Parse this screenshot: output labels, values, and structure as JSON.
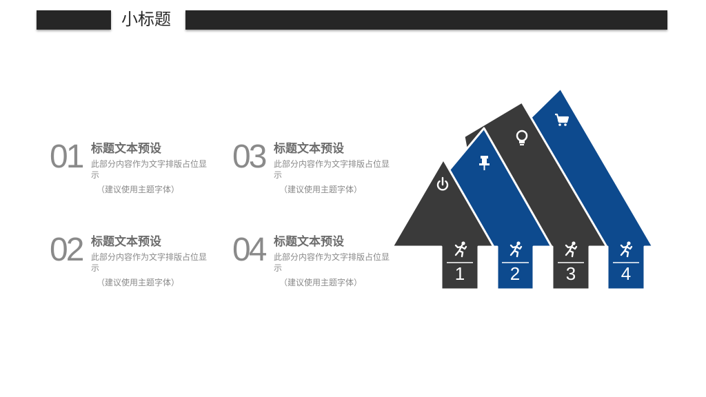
{
  "header": {
    "title": "小标题"
  },
  "items": [
    {
      "number": "01",
      "heading": "标题文本预设",
      "description": "此部分内容作为文字排版占位显示",
      "note": "（建议使用主题字体）"
    },
    {
      "number": "02",
      "heading": "标题文本预设",
      "description": "此部分内容作为文字排版占位显示",
      "note": "（建议使用主题字体）"
    },
    {
      "number": "03",
      "heading": "标题文本预设",
      "description": "此部分内容作为文字排版占位显示",
      "note": "（建议使用主题字体）"
    },
    {
      "number": "04",
      "heading": "标题文本预设",
      "description": "此部分内容作为文字排版占位显示",
      "note": "（建议使用主题字体）"
    }
  ],
  "arrows": [
    {
      "label": "1",
      "icon": "power-icon",
      "color": "#3a3a3a"
    },
    {
      "label": "2",
      "icon": "pushpin-icon",
      "color": "#0d4a8e"
    },
    {
      "label": "3",
      "icon": "lightbulb-icon",
      "color": "#3a3a3a"
    },
    {
      "label": "4",
      "icon": "cart-icon",
      "color": "#0d4a8e"
    }
  ],
  "colors": {
    "dark": "#3a3a3a",
    "blue": "#0d4a8e",
    "header_bar": "#262626"
  }
}
